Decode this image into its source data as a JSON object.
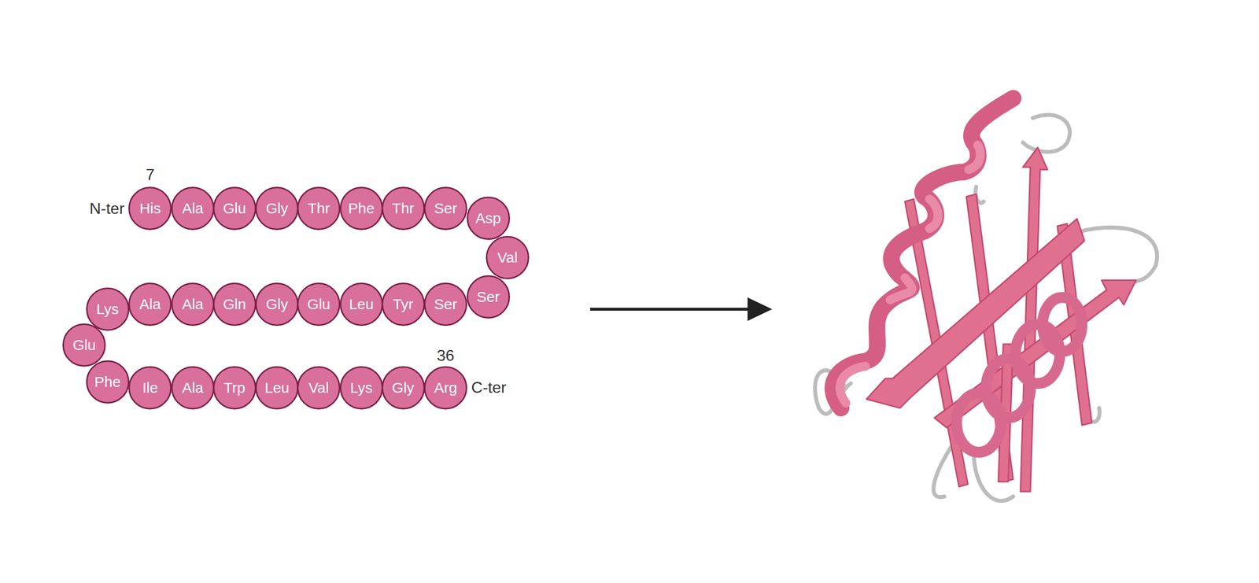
{
  "diagram": {
    "nodes": [
      {
        "text": [
          "His"
        ]
      },
      {
        "text": [
          "Ala"
        ]
      },
      {
        "text": [
          "Glu"
        ]
      },
      {
        "text": [
          "Gly"
        ]
      },
      {
        "text": [
          "Thr"
        ]
      },
      {
        "text": [
          "Phe"
        ]
      },
      {
        "text": [
          "Thr"
        ]
      },
      {
        "text": [
          "Ser"
        ]
      },
      {
        "text": [
          "Asp"
        ]
      },
      {
        "text": [
          "Val"
        ]
      },
      {
        "text": [
          "Ser"
        ]
      },
      {
        "text": [
          "Ser"
        ]
      },
      {
        "text": [
          "Tyr"
        ]
      },
      {
        "text": [
          "Leu"
        ]
      },
      {
        "text": [
          "Glu"
        ]
      },
      {
        "text": [
          "Gly"
        ]
      },
      {
        "text": [
          "Gln"
        ]
      },
      {
        "text": [
          "Ala"
        ]
      },
      {
        "text": [
          "Ala"
        ]
      },
      {
        "text": [
          "Lys"
        ]
      },
      {
        "text": [
          "Glu"
        ]
      },
      {
        "text": [
          "Phe"
        ]
      },
      {
        "text": [
          "Ile"
        ]
      },
      {
        "text": [
          "Ala"
        ]
      },
      {
        "text": [
          "Trp"
        ]
      },
      {
        "text": [
          "Leu"
        ]
      },
      {
        "text": [
          "Val"
        ]
      },
      {
        "text": [
          "Lys"
        ]
      },
      {
        "text": [
          "Gly"
        ]
      },
      {
        "text": [
          "Arg"
        ]
      }
    ],
    "labels": [
      "7",
      "N-ter",
      "36",
      "C-ter"
    ]
  }
}
